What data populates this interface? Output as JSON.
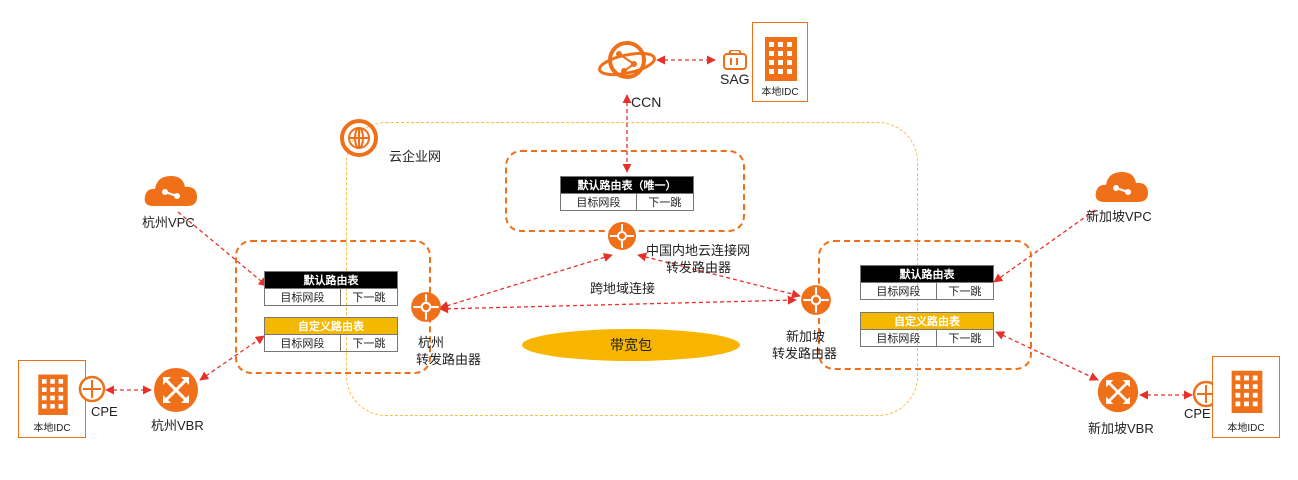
{
  "labels": {
    "ccn": "CCN",
    "sag": "SAG",
    "local_idc": "本地IDC",
    "cen": "云企业网",
    "hangzhou_vpc": "杭州VPC",
    "singapore_vpc": "新加坡VPC",
    "china_router_line1": "中国内地云连接网",
    "china_router_line2": "转发路由器",
    "hz_router_line1": "杭州",
    "hz_router_line2": "转发路由器",
    "sg_router_line1": "新加坡",
    "sg_router_line2": "转发路由器",
    "cross_region": "跨地域连接",
    "bandwidth_package": "带宽包",
    "cpe": "CPE",
    "hangzhou_vbr": "杭州VBR",
    "singapore_vbr": "新加坡VBR"
  },
  "tables": {
    "china_default": {
      "title": "默认路由表（唯一）",
      "col1": "目标网段",
      "col2": "下一跳"
    },
    "hz_default": {
      "title": "默认路由表",
      "col1": "目标网段",
      "col2": "下一跳"
    },
    "hz_custom": {
      "title": "自定义路由表",
      "col1": "目标网段",
      "col2": "下一跳"
    },
    "sg_default": {
      "title": "默认路由表",
      "col1": "目标网段",
      "col2": "下一跳"
    },
    "sg_custom": {
      "title": "自定义路由表",
      "col1": "目标网段",
      "col2": "下一跳"
    }
  },
  "colors": {
    "accent": "#f0701a",
    "connector": "#e8302a",
    "bandwidth": "#f7b500",
    "cen_border": "#f5c048"
  }
}
